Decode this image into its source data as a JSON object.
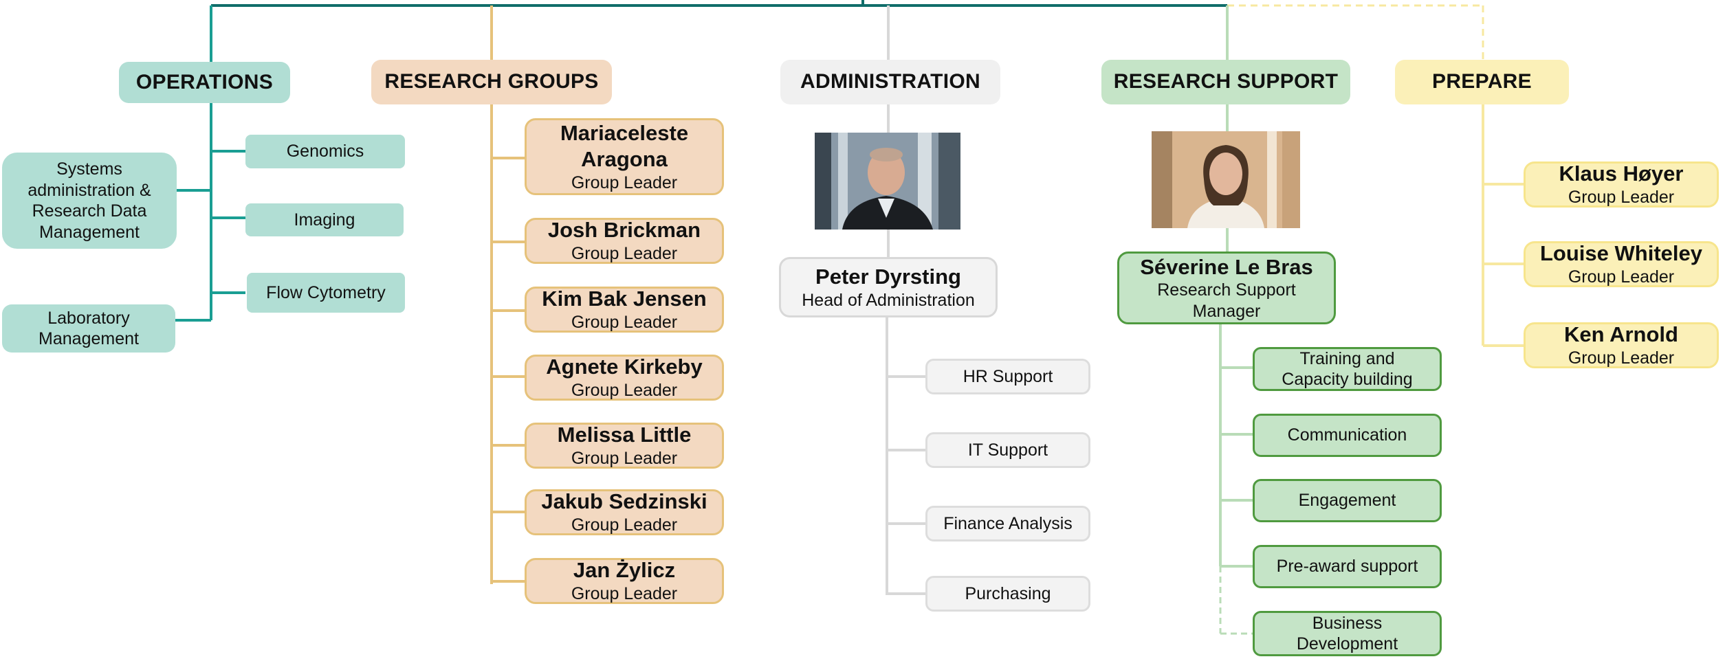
{
  "operations": {
    "title": "OPERATIONS",
    "units": [
      {
        "label": "Systems administration & Research Data Management"
      },
      {
        "label": "Laboratory Management"
      }
    ],
    "facilities": [
      {
        "label": "Genomics"
      },
      {
        "label": "Imaging"
      },
      {
        "label": "Flow Cytometry"
      }
    ]
  },
  "research_groups": {
    "title": "RESEARCH GROUPS",
    "leaders": [
      {
        "name": "Mariaceleste Aragona",
        "role": "Group Leader"
      },
      {
        "name": "Josh Brickman",
        "role": "Group Leader"
      },
      {
        "name": "Kim Bak Jensen",
        "role": "Group Leader"
      },
      {
        "name": "Agnete Kirkeby",
        "role": "Group Leader"
      },
      {
        "name": "Melissa Little",
        "role": "Group Leader"
      },
      {
        "name": "Jakub Sedzinski",
        "role": "Group Leader"
      },
      {
        "name": "Jan Żylicz",
        "role": "Group Leader"
      }
    ]
  },
  "administration": {
    "title": "ADMINISTRATION",
    "head": {
      "name": "Peter Dyrsting",
      "role": "Head of Administration"
    },
    "units": [
      {
        "label": "HR Support"
      },
      {
        "label": "IT Support"
      },
      {
        "label": "Finance Analysis"
      },
      {
        "label": "Purchasing"
      }
    ]
  },
  "research_support": {
    "title": "RESEARCH SUPPORT",
    "head": {
      "name": "Séverine Le Bras",
      "role": "Research Support Manager"
    },
    "units": [
      {
        "label": "Training and Capacity building"
      },
      {
        "label": "Communication"
      },
      {
        "label": "Engagement"
      },
      {
        "label": "Pre-award support"
      },
      {
        "label": "Business Development"
      }
    ]
  },
  "prepare": {
    "title": "PREPARE",
    "leaders": [
      {
        "name": "Klaus Høyer",
        "role": "Group Leader"
      },
      {
        "name": "Louise Whiteley",
        "role": "Group Leader"
      },
      {
        "name": "Ken Arnold",
        "role": "Group Leader"
      }
    ]
  },
  "colors": {
    "teal_line": "#1a9e93",
    "top_line": "#106d6a",
    "peach_line": "#e6c27a",
    "gray_line": "#d8d8d8",
    "green_line": "#b9dcb7",
    "yellow_line": "#f7e8a0"
  }
}
